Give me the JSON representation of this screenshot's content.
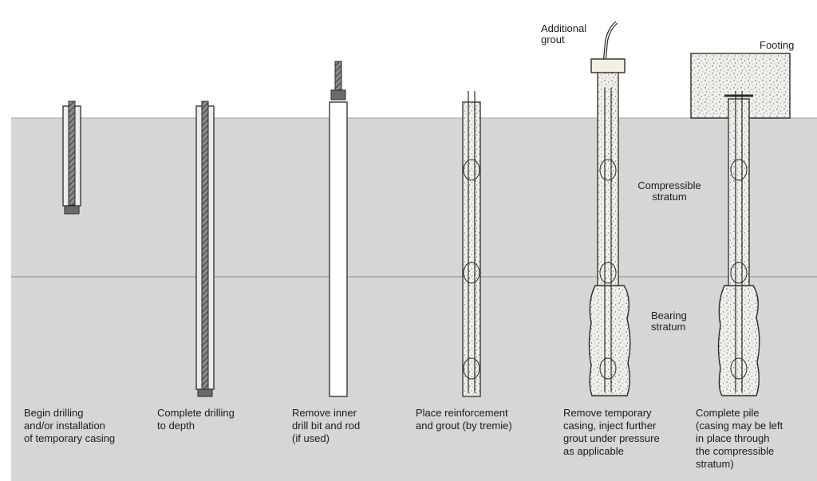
{
  "labels": {
    "additional_grout": "Additional\ngrout",
    "footing": "Footing",
    "compressible_stratum": "Compressible\nstratum",
    "bearing_stratum": "Bearing\nstratum"
  },
  "steps": [
    {
      "caption": "Begin drilling\nand/or installation\nof temporary casing"
    },
    {
      "caption": "Complete drilling\nto depth"
    },
    {
      "caption": "Remove inner\ndrill bit and rod\n(if used)"
    },
    {
      "caption": "Place reinforcement\nand grout (by tremie)"
    },
    {
      "caption": "Remove temporary\ncasing, inject further\ngrout under pressure\nas applicable"
    },
    {
      "caption": "Complete pile\n(casing may be left\nin place through\nthe compressible\nstratum)"
    }
  ],
  "colors": {
    "ground": "#d6d6d6",
    "ground_edge": "#b8b8b8",
    "line": "#2a2a2a",
    "rod": "#6e6e6e",
    "grout": "#f1efe9",
    "footing": "#f3f0e6"
  }
}
